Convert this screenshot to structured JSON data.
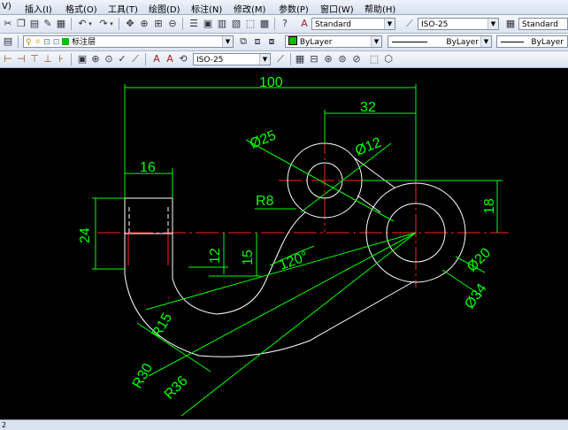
{
  "menu": {
    "items": [
      "V)",
      "插入(I)",
      "格式(O)",
      "工具(T)",
      "绘图(D)",
      "标注(N)",
      "修改(M)",
      "参数(P)",
      "窗口(W)",
      "帮助(H)"
    ]
  },
  "toolbar1": {
    "text_style": "Standard",
    "dim_style": "ISO-25",
    "table_style": "Standard"
  },
  "toolbar2": {
    "layer": "标注层",
    "color": "ByLayer",
    "linetype": "ByLayer",
    "lineweight": "ByLayer",
    "layer_swatch_color": "#00c000",
    "color_swatch_color": "#00c000"
  },
  "toolbar3": {
    "dim_style": "ISO-25"
  },
  "drawing": {
    "dimensions": {
      "overall_width": "100",
      "center_offset": "32",
      "top_width": "16",
      "left_height": "24",
      "right_height": "18",
      "hole_diameter_small": "Ø12",
      "boss_diameter_small": "Ø25",
      "hole_diameter_large": "Ø20",
      "boss_diameter_large": "Ø34",
      "radius_small": "R8",
      "angle": "120°",
      "height_12": "12",
      "height_15": "15",
      "radius_15": "R15",
      "radius_30": "R30",
      "radius_36": "R36"
    },
    "colors": {
      "background": "#000000",
      "object": "#ffffff",
      "dimension": "#00ff00",
      "centerline": "#ff0000"
    }
  },
  "status": {
    "text": "2"
  }
}
